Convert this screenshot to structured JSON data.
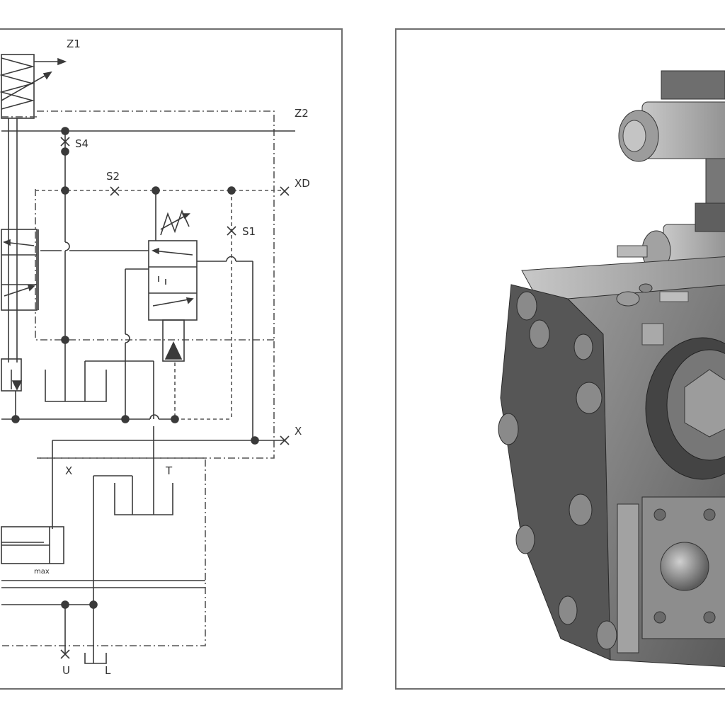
{
  "schematic": {
    "port_labels": {
      "z1": "Z1",
      "z2": "Z2",
      "s4": "S4",
      "s2": "S2",
      "xd": "XD",
      "s1": "S1",
      "x_right": "X",
      "x_left": "X",
      "t": "T",
      "max": "max",
      "u": "U",
      "l": "L"
    }
  },
  "colors": {
    "line": "#3a3a3a",
    "dash": "#555555",
    "frame": "#6f6f6f",
    "body_dark": "#4b4b4b",
    "body_mid": "#7c7c7c",
    "body_light": "#b5b5b5"
  },
  "pump_render": {
    "description_icon": "hydraulic-pump-illustration-icon"
  }
}
